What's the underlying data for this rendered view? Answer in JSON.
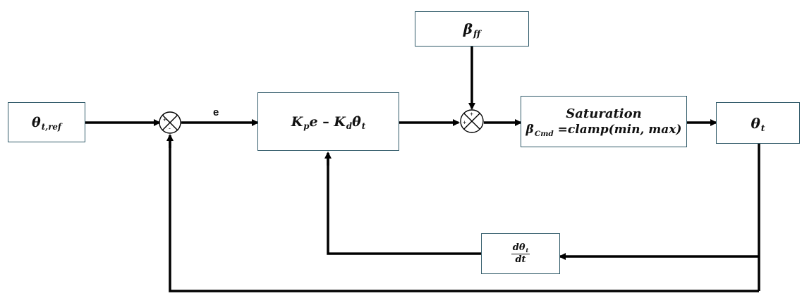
{
  "blocks": {
    "reference": {
      "symbol": "θ",
      "subscript": "t,ref"
    },
    "controller": {
      "kp_sym": "K",
      "kp_sub": "p",
      "e_sym": "e",
      "minus": " – ",
      "kd_sym": "K",
      "kd_sub": "d",
      "rate_sym": "θ̇",
      "rate_sub": "t"
    },
    "feedforward": {
      "symbol": "β",
      "subscript": "ff"
    },
    "saturation": {
      "title": "Saturation",
      "beta_sym": "β",
      "beta_sub": "Cmd",
      "expr": " =clamp(min, max)"
    },
    "output": {
      "symbol": "θ",
      "subscript": "t"
    },
    "derivative": {
      "num_sym": "dθ",
      "num_sub": "t",
      "den": "dt"
    }
  },
  "signals": {
    "error_label": "e"
  },
  "summing_junctions": {
    "error": {
      "plus": "+",
      "minus": "-"
    },
    "feedforward": {
      "plus_top": "+",
      "plus_left": "+"
    }
  },
  "colors": {
    "block_border": "#2f5968",
    "line": "#000000"
  }
}
